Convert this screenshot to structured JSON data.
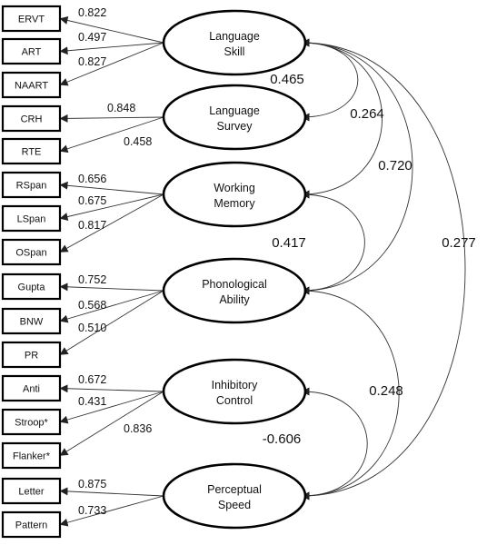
{
  "observed": [
    "ERVT",
    "ART",
    "NAART",
    "CRH",
    "RTE",
    "RSpan",
    "LSpan",
    "OSpan",
    "Gupta",
    "BNW",
    "PR",
    "Anti",
    "Stroop*",
    "Flanker*",
    "Letter",
    "Pattern"
  ],
  "latents": [
    {
      "id": "lang-skill",
      "lines": [
        "Language",
        "Skill"
      ]
    },
    {
      "id": "lang-survey",
      "lines": [
        "Language",
        "Survey"
      ]
    },
    {
      "id": "working-memory",
      "lines": [
        "Working",
        "Memory"
      ]
    },
    {
      "id": "phonological",
      "lines": [
        "Phonological",
        "Ability"
      ]
    },
    {
      "id": "inhibitory",
      "lines": [
        "Inhibitory",
        "Control"
      ]
    },
    {
      "id": "perceptual",
      "lines": [
        "Perceptual",
        "Speed"
      ]
    }
  ],
  "loadings": [
    {
      "latent": 0,
      "indicator": 0,
      "value": "0.822"
    },
    {
      "latent": 0,
      "indicator": 1,
      "value": "0.497"
    },
    {
      "latent": 0,
      "indicator": 2,
      "value": "0.827"
    },
    {
      "latent": 1,
      "indicator": 3,
      "value": "0.848"
    },
    {
      "latent": 1,
      "indicator": 4,
      "value": "0.458"
    },
    {
      "latent": 2,
      "indicator": 5,
      "value": "0.656"
    },
    {
      "latent": 2,
      "indicator": 6,
      "value": "0.675"
    },
    {
      "latent": 2,
      "indicator": 7,
      "value": "0.817"
    },
    {
      "latent": 3,
      "indicator": 8,
      "value": "0.752"
    },
    {
      "latent": 3,
      "indicator": 9,
      "value": "0.568"
    },
    {
      "latent": 3,
      "indicator": 10,
      "value": "0.510"
    },
    {
      "latent": 4,
      "indicator": 11,
      "value": "0.672"
    },
    {
      "latent": 4,
      "indicator": 12,
      "value": "0.431"
    },
    {
      "latent": 4,
      "indicator": 13,
      "value": "0.836"
    },
    {
      "latent": 5,
      "indicator": 14,
      "value": "0.875"
    },
    {
      "latent": 5,
      "indicator": 15,
      "value": "0.733"
    }
  ],
  "correlations": [
    {
      "from": 0,
      "to": 1,
      "value": "0.465"
    },
    {
      "from": 0,
      "to": 2,
      "value": "0.264"
    },
    {
      "from": 0,
      "to": 3,
      "value": "0.720"
    },
    {
      "from": 0,
      "to": 5,
      "value": "0.277"
    },
    {
      "from": 2,
      "to": 3,
      "value": "0.417"
    },
    {
      "from": 3,
      "to": 5,
      "value": "0.248"
    },
    {
      "from": 4,
      "to": 5,
      "value": "-0.606"
    }
  ]
}
